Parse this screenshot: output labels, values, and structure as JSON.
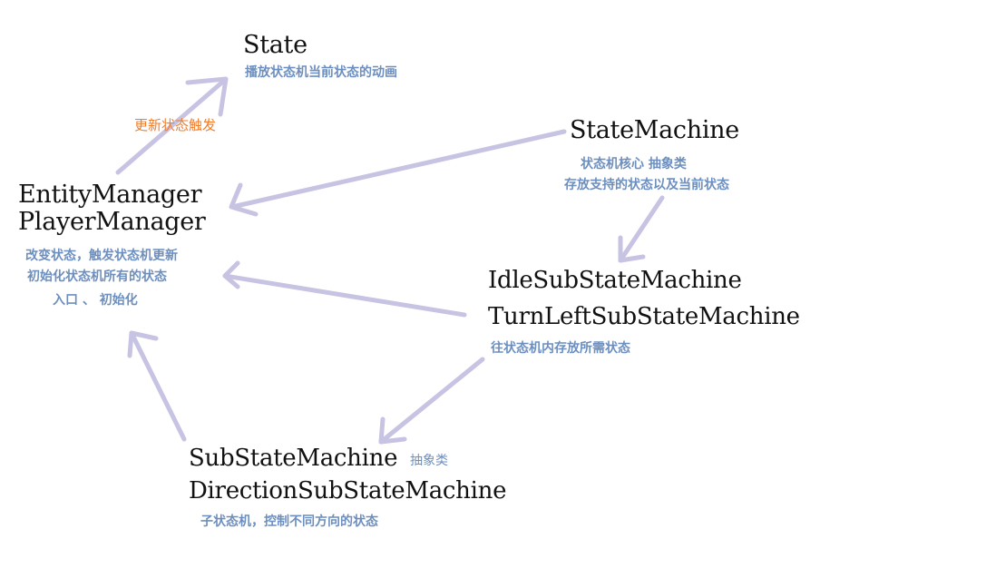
{
  "colors": {
    "arrow": "#c7c3e2",
    "note_blue": "#6d8fbf",
    "note_orange": "#f07c2c",
    "title": "#111111"
  },
  "nodes": {
    "state": {
      "title": "State",
      "desc": "播放状态机当前状态的动画"
    },
    "entity_manager": {
      "title_lines": [
        "EntityManager",
        "PlayerManager"
      ],
      "desc_lines": [
        "改变状态，触发状态机更新",
        "初始化状态机所有的状态",
        "入口 、  初始化"
      ]
    },
    "state_machine": {
      "title": "StateMachine",
      "desc_lines": [
        "状态机核心  抽象类",
        "存放支持的状态以及当前状态"
      ]
    },
    "concrete_sub_machines": {
      "title_lines": [
        "IdleSubStateMachine",
        "TurnLeftSubStateMachine"
      ],
      "desc": "往状态机内存放所需状态"
    },
    "sub_state_machine": {
      "title_lines": [
        "SubStateMachine",
        "DirectionSubStateMachine"
      ],
      "tag": "抽象类",
      "desc": "子状态机，控制不同方向的状态"
    }
  },
  "edge_labels": {
    "manager_to_state": "更新状态触发"
  }
}
